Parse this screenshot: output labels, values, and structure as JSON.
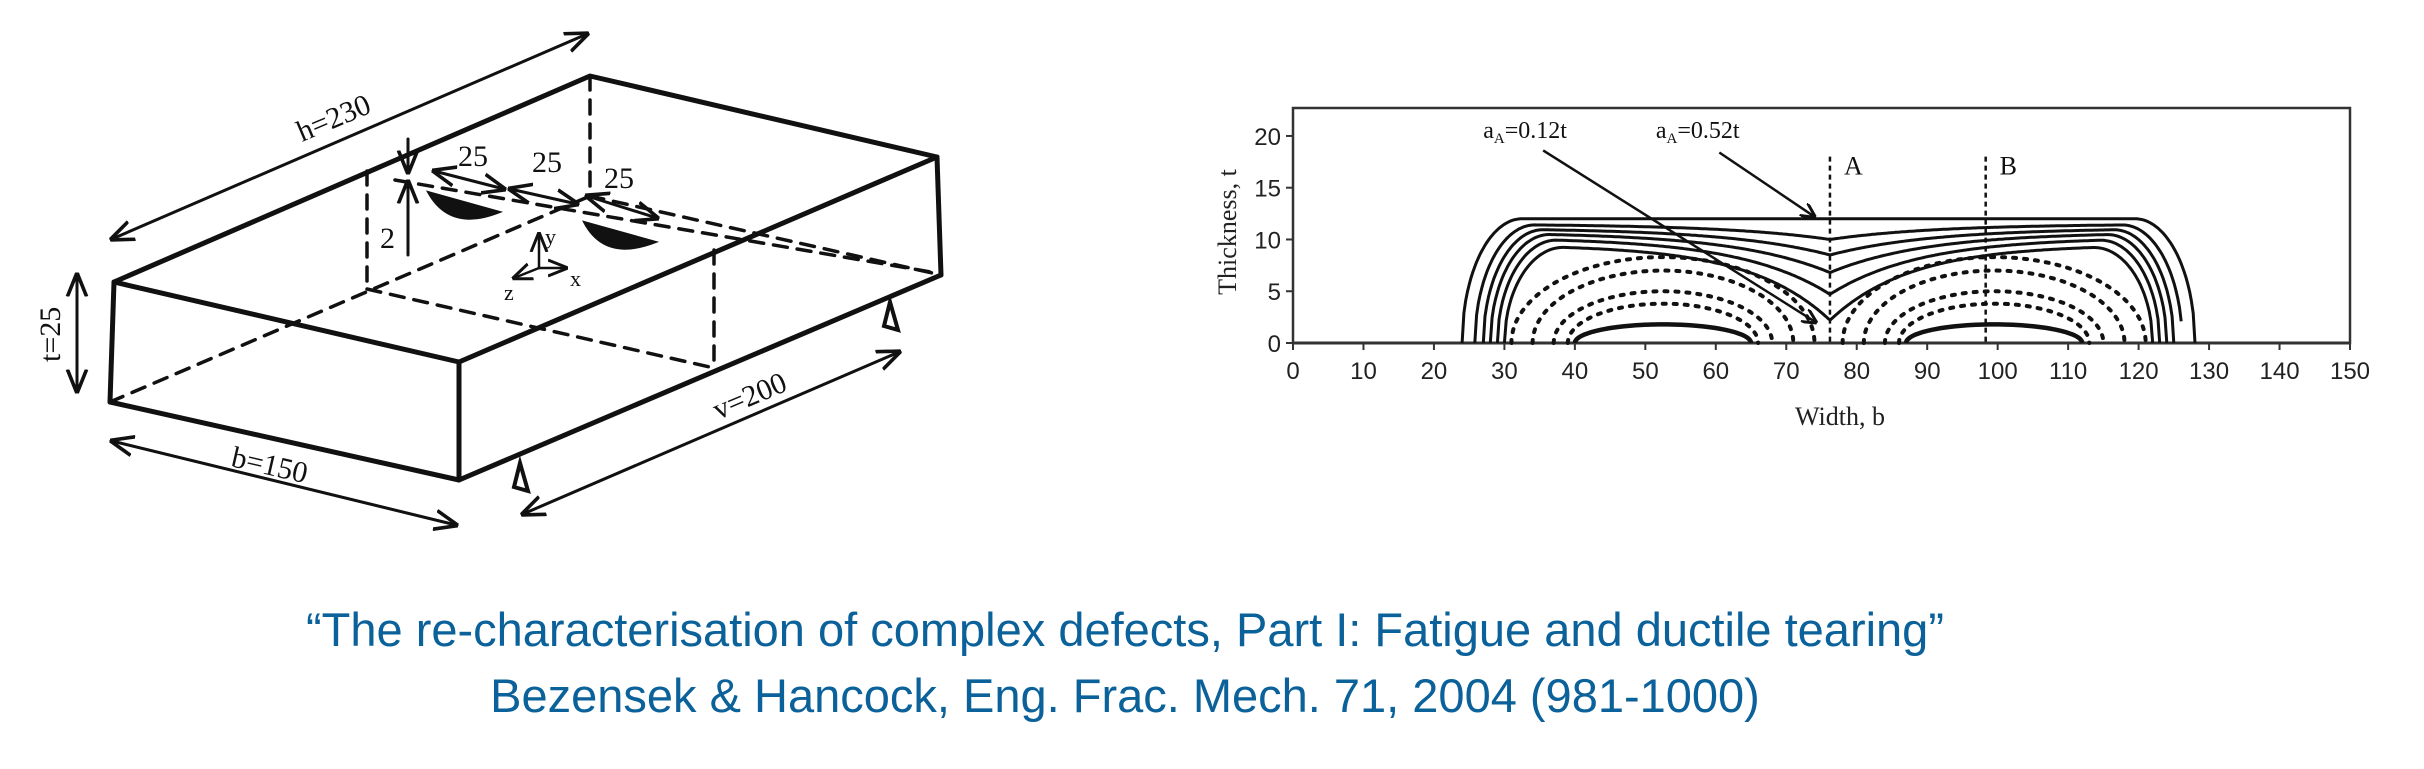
{
  "diagram": {
    "labels": {
      "h": "h=230",
      "t": "t=25",
      "b": "b=150",
      "v": "v=200",
      "gap1": "25",
      "gap2": "25",
      "gap3": "25",
      "depth": "2",
      "axis_x": "x",
      "axis_y": "y",
      "axis_z": "z"
    }
  },
  "chart_data": {
    "type": "line",
    "title": "",
    "xlabel": "Width, b",
    "ylabel": "Thickness, t",
    "xlim": [
      0,
      150
    ],
    "ylim": [
      0,
      22.7
    ],
    "xticks": [
      0,
      10,
      20,
      30,
      40,
      50,
      60,
      70,
      80,
      90,
      100,
      110,
      120,
      130,
      140,
      150
    ],
    "yticks": [
      0,
      5,
      10,
      15,
      20
    ],
    "grid": false,
    "merged_contours": [
      {
        "name": "aA=0.52t",
        "left": 24,
        "right": 128,
        "plateau": 12,
        "dip": 12
      },
      {
        "name": "c2",
        "left": 25.8,
        "right": 126.2,
        "plateau": 11.5,
        "dip": 10
      },
      {
        "name": "c3",
        "left": 27,
        "right": 125,
        "plateau": 11.1,
        "dip": 8.5
      },
      {
        "name": "c4",
        "left": 28,
        "right": 124,
        "plateau": 10.7,
        "dip": 6.8
      },
      {
        "name": "c5",
        "left": 29,
        "right": 123,
        "plateau": 10.2,
        "dip": 4.7
      },
      {
        "name": "aA=0.12t",
        "left": 30,
        "right": 122,
        "plateau": 9.5,
        "dip": 2.2
      }
    ],
    "separate_contours": [
      {
        "center": 52.5,
        "half_width": 21.5,
        "height": 8.3
      },
      {
        "center": 52.5,
        "half_width": 18.5,
        "height": 7.0
      },
      {
        "center": 52.5,
        "half_width": 15.5,
        "height": 5.0
      },
      {
        "center": 52.5,
        "half_width": 13.5,
        "height": 3.8
      },
      {
        "center": 99.5,
        "half_width": 21.5,
        "height": 8.3
      },
      {
        "center": 99.5,
        "half_width": 18.5,
        "height": 7.0
      },
      {
        "center": 99.5,
        "half_width": 15.5,
        "height": 5.0
      },
      {
        "center": 99.5,
        "half_width": 13.5,
        "height": 3.8
      }
    ],
    "initial_defects": [
      {
        "from": 40,
        "to": 65,
        "height": 1.8
      },
      {
        "from": 87,
        "to": 112,
        "height": 1.8
      }
    ],
    "reference_lines": [
      {
        "label": "A",
        "x": 76.2,
        "y_top": 18
      },
      {
        "label": "B",
        "x": 98.3,
        "y_top": 18
      }
    ],
    "annotations": [
      {
        "text_main": "a",
        "text_sub": "A",
        "text_rest": "=0.12t",
        "text_x": 27,
        "text_y": 19.8,
        "arrow_from": [
          35.5,
          18.6
        ],
        "arrow_to": [
          74.2,
          2.0
        ]
      },
      {
        "text_main": "a",
        "text_sub": "A",
        "text_rest": "=0.52t",
        "text_x": 51.5,
        "text_y": 19.8,
        "arrow_from": [
          60.5,
          18.4
        ],
        "arrow_to": [
          74,
          12.2
        ]
      }
    ]
  },
  "caption": {
    "line1": "“The re-characterisation of complex defects, Part I: Fatigue and ductile tearing”",
    "line2": "Bezensek & Hancock, Eng. Frac. Mech. 71, 2004 (981-1000)"
  },
  "colors": {
    "caption": "#0B6199",
    "ink": "#111111"
  }
}
